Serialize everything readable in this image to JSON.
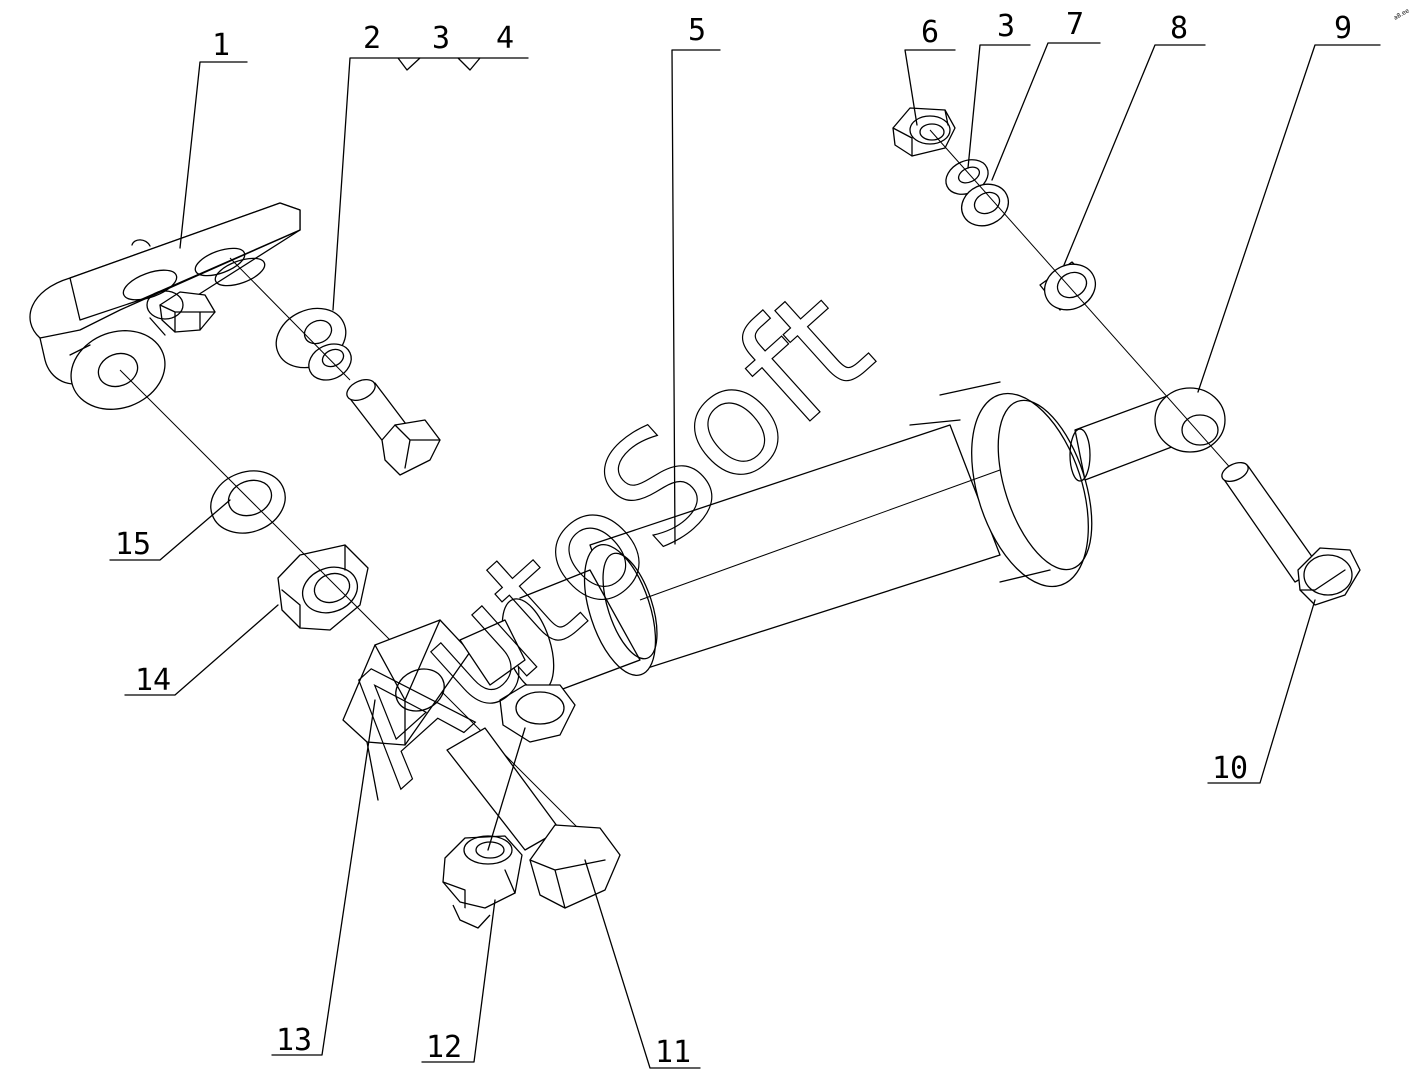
{
  "watermark": {
    "text": "AutoSoft",
    "corner_mark": "a8.ee"
  },
  "callouts": [
    {
      "id": "c1",
      "label": "1"
    },
    {
      "id": "c2",
      "label": "2"
    },
    {
      "id": "c3a",
      "label": "3"
    },
    {
      "id": "c4",
      "label": "4"
    },
    {
      "id": "c5",
      "label": "5"
    },
    {
      "id": "c6",
      "label": "6"
    },
    {
      "id": "c3b",
      "label": "3"
    },
    {
      "id": "c7",
      "label": "7"
    },
    {
      "id": "c8",
      "label": "8"
    },
    {
      "id": "c9",
      "label": "9"
    },
    {
      "id": "c10",
      "label": "10"
    },
    {
      "id": "c11",
      "label": "11"
    },
    {
      "id": "c12",
      "label": "12"
    },
    {
      "id": "c13",
      "label": "13"
    },
    {
      "id": "c14",
      "label": "14"
    },
    {
      "id": "c15",
      "label": "15"
    }
  ]
}
